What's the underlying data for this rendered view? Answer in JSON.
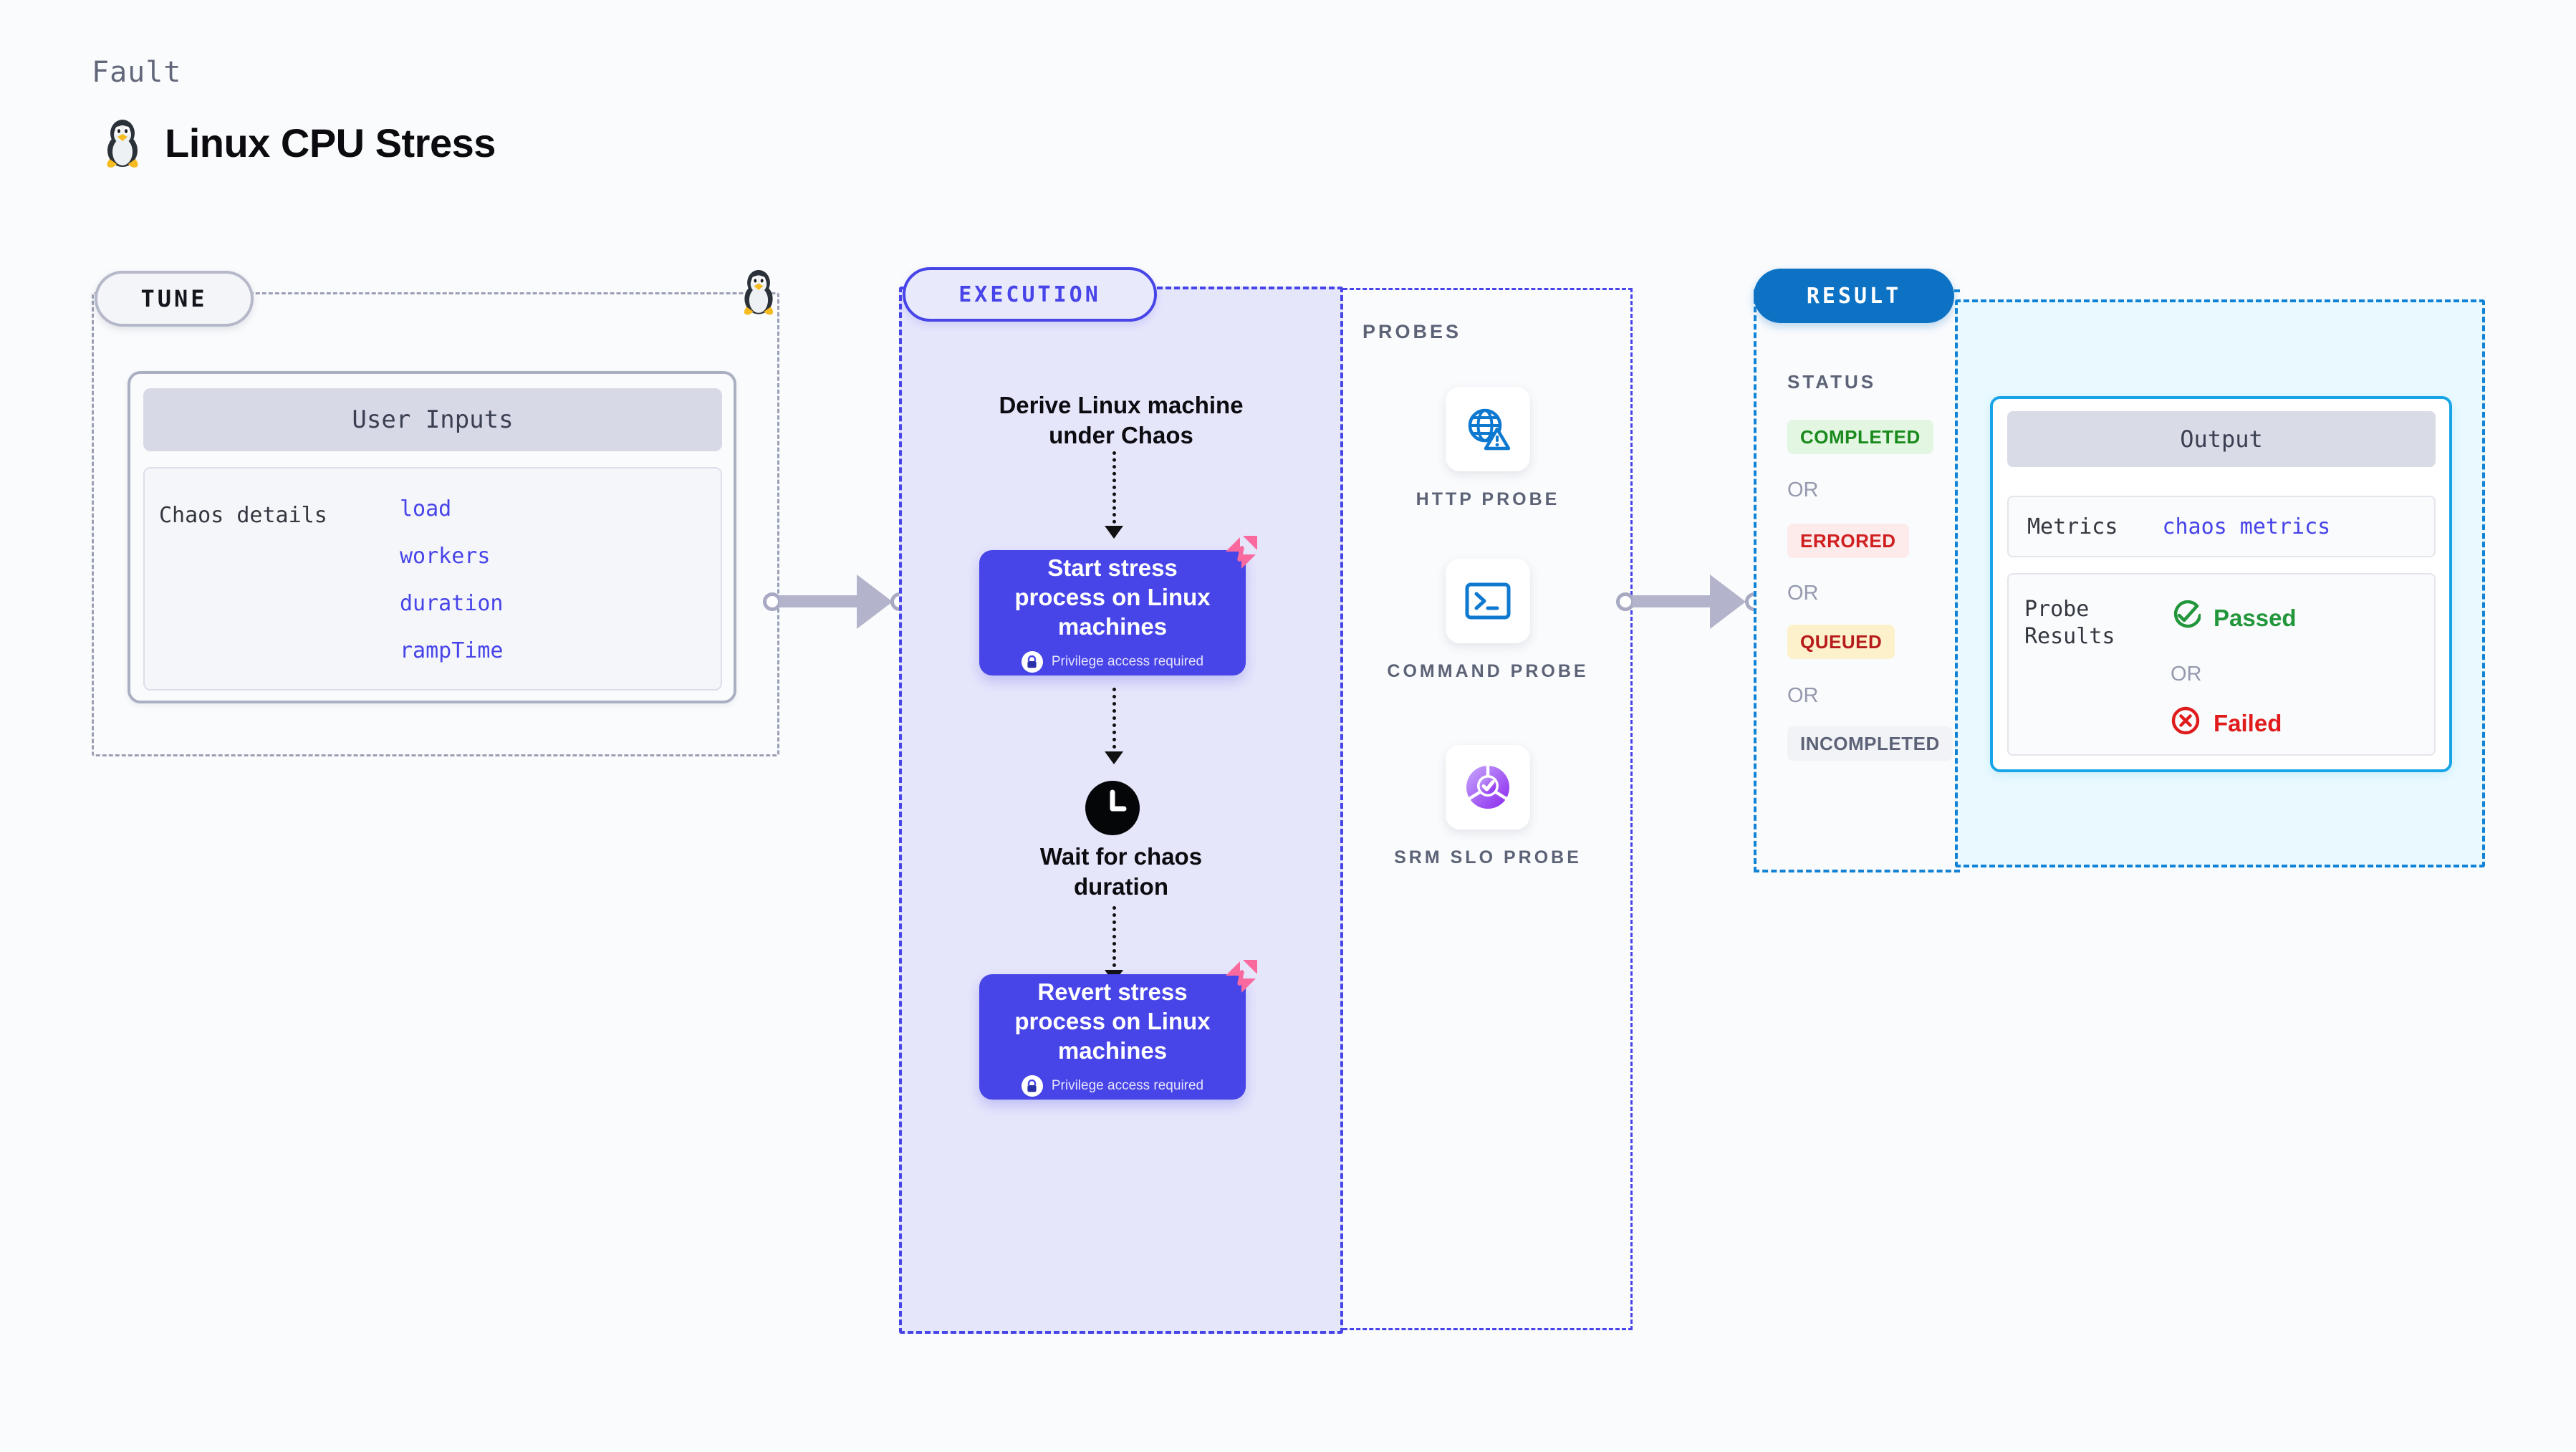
{
  "header": {
    "kicker": "Fault",
    "title": "Linux CPU Stress",
    "icon": "tux-penguin-icon"
  },
  "tune": {
    "badge": "TUNE",
    "card_header": "User Inputs",
    "details_label": "Chaos details",
    "params": [
      "load",
      "workers",
      "duration",
      "rampTime"
    ],
    "corner_icon": "tux-penguin-icon"
  },
  "execution": {
    "badge": "EXECUTION",
    "derive_title": "Derive Linux machine\nunder Chaos",
    "start_card": {
      "title": "Start stress process on Linux machines",
      "privilege": "Privilege access required",
      "lock_icon": "lock-icon",
      "brand_icon": "harness-logo-icon"
    },
    "wait_title": "Wait for chaos\nduration",
    "wait_icon": "clock-icon",
    "revert_card": {
      "title": "Revert stress process on Linux machines",
      "privilege": "Privilege access required",
      "lock_icon": "lock-icon",
      "brand_icon": "harness-logo-icon"
    }
  },
  "probes": {
    "label": "PROBES",
    "items": [
      {
        "name": "HTTP PROBE",
        "icon": "globe-warning-icon"
      },
      {
        "name": "COMMAND PROBE",
        "icon": "terminal-icon"
      },
      {
        "name": "SRM SLO PROBE",
        "icon": "slo-donut-check-icon"
      }
    ]
  },
  "result": {
    "badge": "RESULT",
    "status_label": "STATUS",
    "or_label": "OR",
    "statuses": [
      {
        "label": "COMPLETED",
        "bg": "#e2f6e2",
        "fg": "#1a8a1c"
      },
      {
        "label": "ERRORED",
        "bg": "#fdeaea",
        "fg": "#cf1f20"
      },
      {
        "label": "QUEUED",
        "bg": "#fdf1cc",
        "fg": "#b71c1c"
      },
      {
        "label": "INCOMPLETED",
        "bg": "#f2f3f7",
        "fg": "#5d6377"
      }
    ]
  },
  "output": {
    "card_header": "Output",
    "metrics_label": "Metrics",
    "metrics_value": "chaos metrics",
    "probe_results_label": "Probe\nResults",
    "or_label": "OR",
    "passed_label": "Passed",
    "failed_label": "Failed",
    "passed_icon": "check-circle-icon",
    "failed_icon": "x-circle-icon",
    "passed_color": "#22963a",
    "failed_color": "#e01b1b"
  },
  "colors": {
    "brand_blue": "#4744e8",
    "result_blue": "#0d72c4",
    "output_cyan": "#18a5e8",
    "harness_pink": "#f9699e"
  }
}
